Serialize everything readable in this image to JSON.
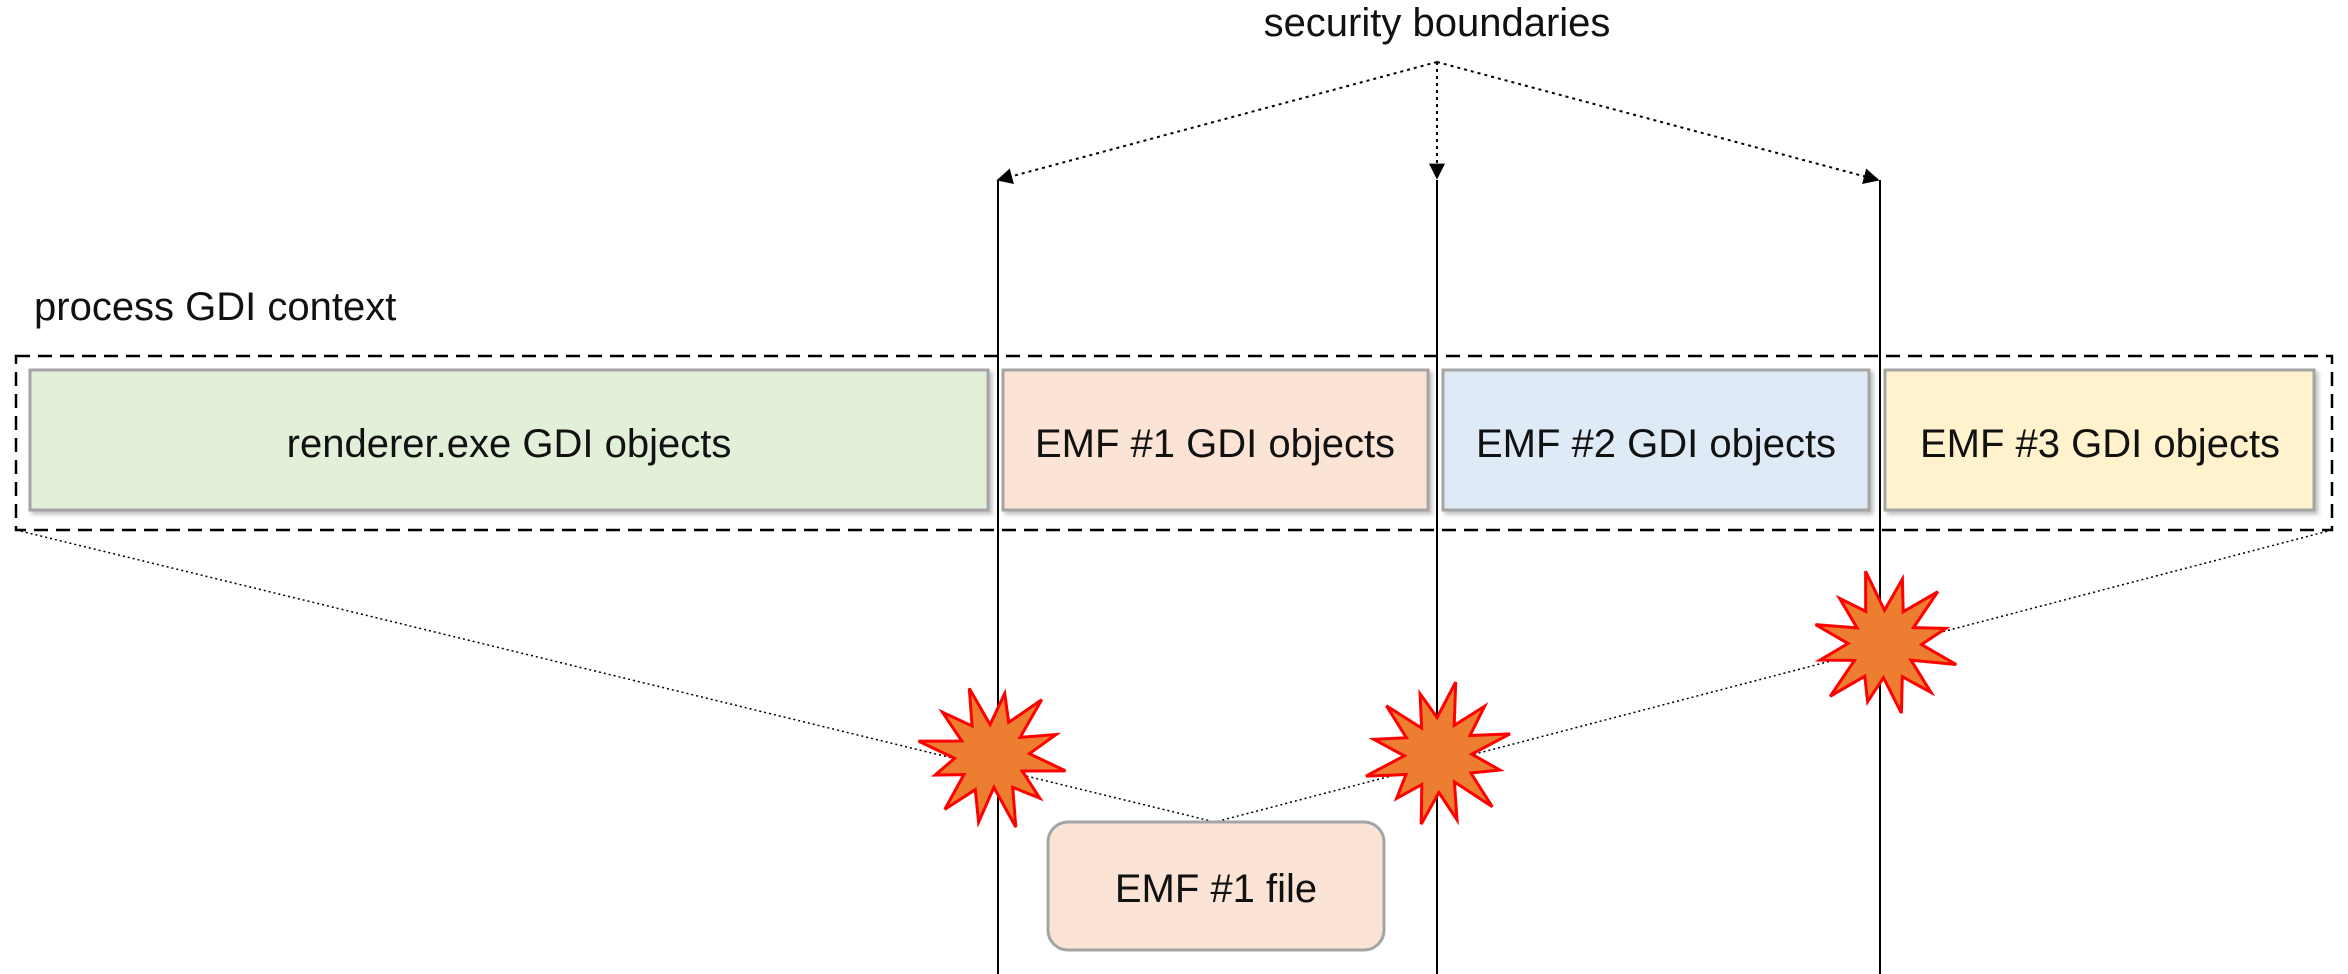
{
  "top_label": "security boundaries",
  "context_label": "process GDI context",
  "boxes": [
    {
      "label": "renderer.exe GDI objects",
      "fill": "#e2efd9"
    },
    {
      "label": "EMF #1 GDI objects",
      "fill": "#fbe4d5"
    },
    {
      "label": "EMF #2 GDI objects",
      "fill": "#deebf6"
    },
    {
      "label": "EMF #3 GDI objects",
      "fill": "#fff2cc"
    }
  ],
  "file_box": {
    "label": "EMF #1 file",
    "fill": "#fbe4d5"
  },
  "colors": {
    "burst_fill": "#ed7d31",
    "burst_stroke": "#ff0000",
    "box_border": "#a5a5a5"
  }
}
